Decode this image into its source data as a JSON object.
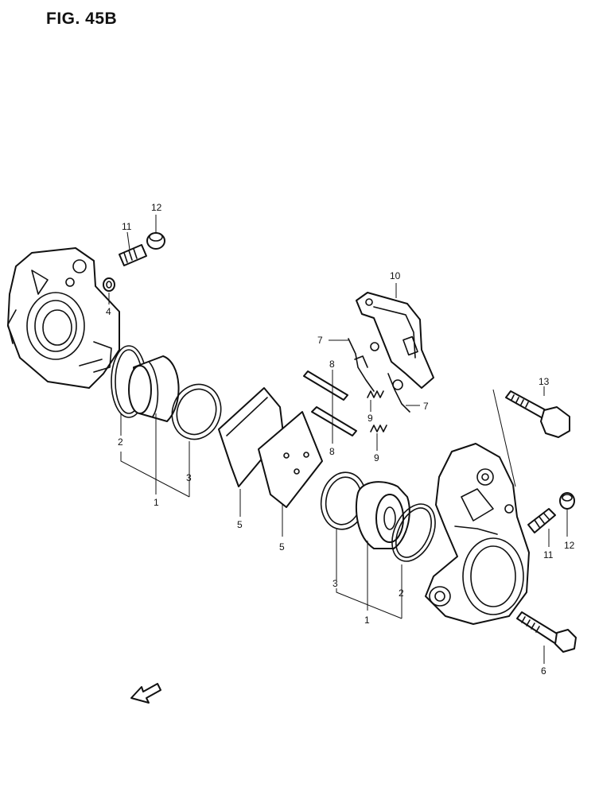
{
  "figure": {
    "title": "FIG. 45B"
  },
  "callouts": {
    "c12a": "12",
    "c11a": "11",
    "c4": "4",
    "c2a": "2",
    "c3a": "3",
    "c1a": "1",
    "c5a": "5",
    "c5b": "5",
    "c7a": "7",
    "c8a": "8",
    "c8b": "8",
    "c9a": "9",
    "c9b": "9",
    "c7b": "7",
    "c10": "10",
    "c13": "13",
    "c3b": "3",
    "c1b": "1",
    "c2b": "2",
    "c11b": "11",
    "c12b": "12",
    "c6": "6"
  }
}
